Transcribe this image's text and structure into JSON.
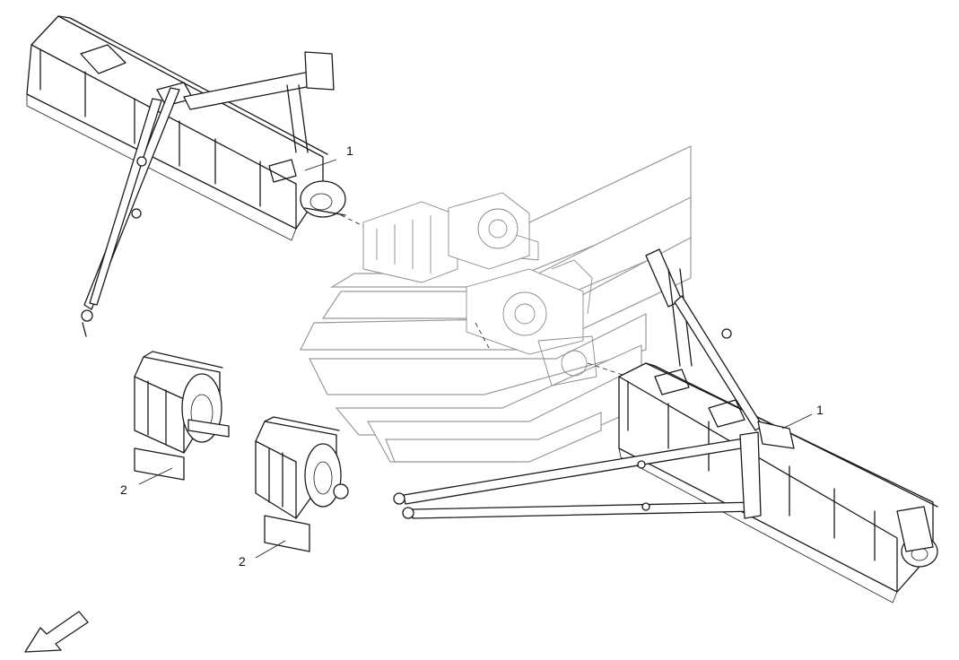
{
  "callouts": [
    {
      "id": "1a",
      "label": "1"
    },
    {
      "id": "1b",
      "label": "1"
    },
    {
      "id": "2a",
      "label": "2"
    },
    {
      "id": "2b",
      "label": "2"
    }
  ],
  "icons": {
    "watermark": "chevron-logo-watermark",
    "direction": "direction-arrow-icon"
  },
  "colors": {
    "line": "#1a1a1a",
    "ghost": "#8a8a8a",
    "background": "#ffffff"
  }
}
